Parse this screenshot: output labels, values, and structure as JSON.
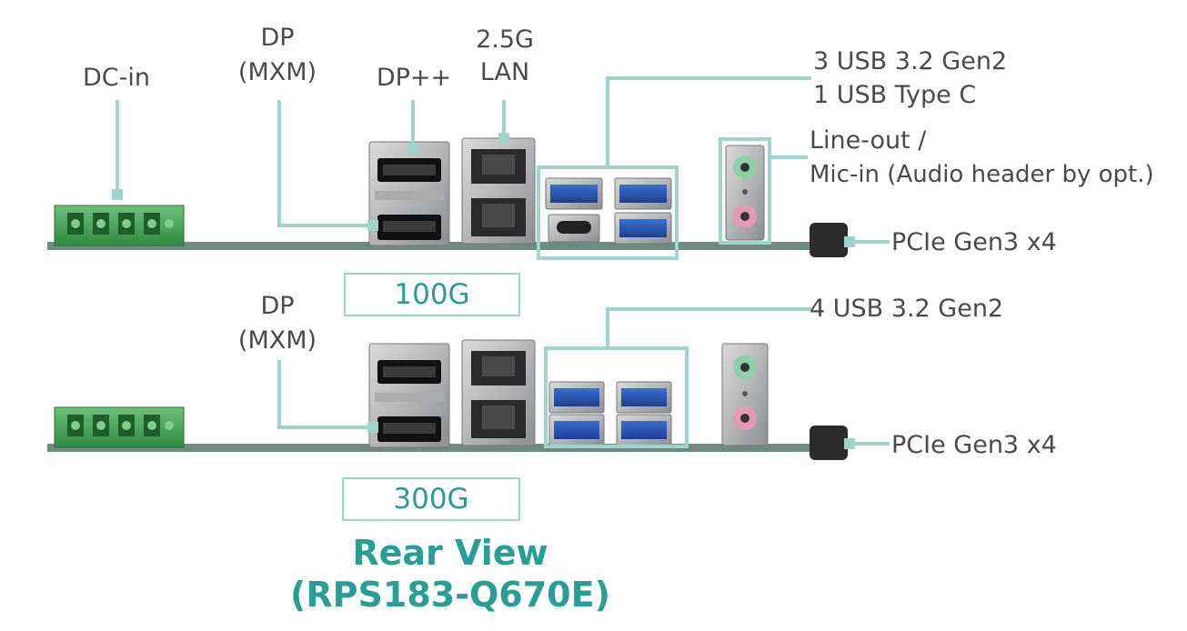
{
  "colors": {
    "accent": "#2a9d94",
    "leader": "#9fd4cc",
    "text": "#4a4a4a"
  },
  "top_panel": {
    "labels": {
      "dc_in": "DC-in",
      "dp_mxm_1": "DP",
      "dp_mxm_2": "(MXM)",
      "dp_pp": "DP++",
      "lan_1": "2.5G",
      "lan_2": "LAN",
      "usb_1": "3 USB 3.2 Gen2",
      "usb_2": "1 USB Type C",
      "audio_1": "Line-out /",
      "audio_2": "Mic-in (Audio header by opt.)",
      "pcie": "PCIe Gen3 x4"
    },
    "variant": "100G"
  },
  "bottom_panel": {
    "labels": {
      "dp_mxm_1": "DP",
      "dp_mxm_2": "(MXM)",
      "usb": "4 USB 3.2 Gen2",
      "pcie": "PCIe Gen3 x4"
    },
    "variant": "300G"
  },
  "title": {
    "line1": "Rear View",
    "line2": "(RPS183-Q670E)"
  }
}
